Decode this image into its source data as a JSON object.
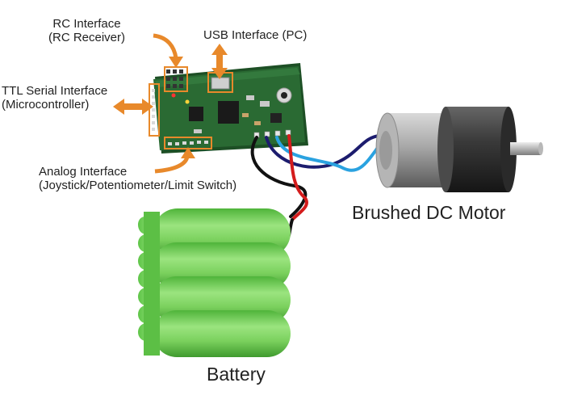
{
  "labels": {
    "rc_interface": {
      "line1": "RC Interface",
      "line2": "(RC Receiver)"
    },
    "usb_interface": {
      "line1": "USB Interface (PC)"
    },
    "ttl_interface": {
      "line1": "TTL Serial Interface",
      "line2": "(Microcontroller)"
    },
    "analog_interface": {
      "line1": "Analog Interface",
      "line2": "(Joystick/Potentiometer/Limit Switch)"
    },
    "motor": "Brushed DC Motor",
    "battery": "Battery"
  },
  "colors": {
    "arrow": "#e8892b",
    "highlight_box": "#e8892b",
    "pcb": "#1f5a2a",
    "battery": "#79d65a",
    "motor_body": "#8f8f8f",
    "wire_red": "#d41c1c",
    "wire_black": "#111111",
    "wire_blue": "#2aa2e0",
    "wire_navy": "#1c1c6e"
  },
  "icons": {
    "arrow": "orange-arrow-icon",
    "board": "motor-controller-board",
    "motor": "dc-motor",
    "battery": "battery-pack"
  }
}
